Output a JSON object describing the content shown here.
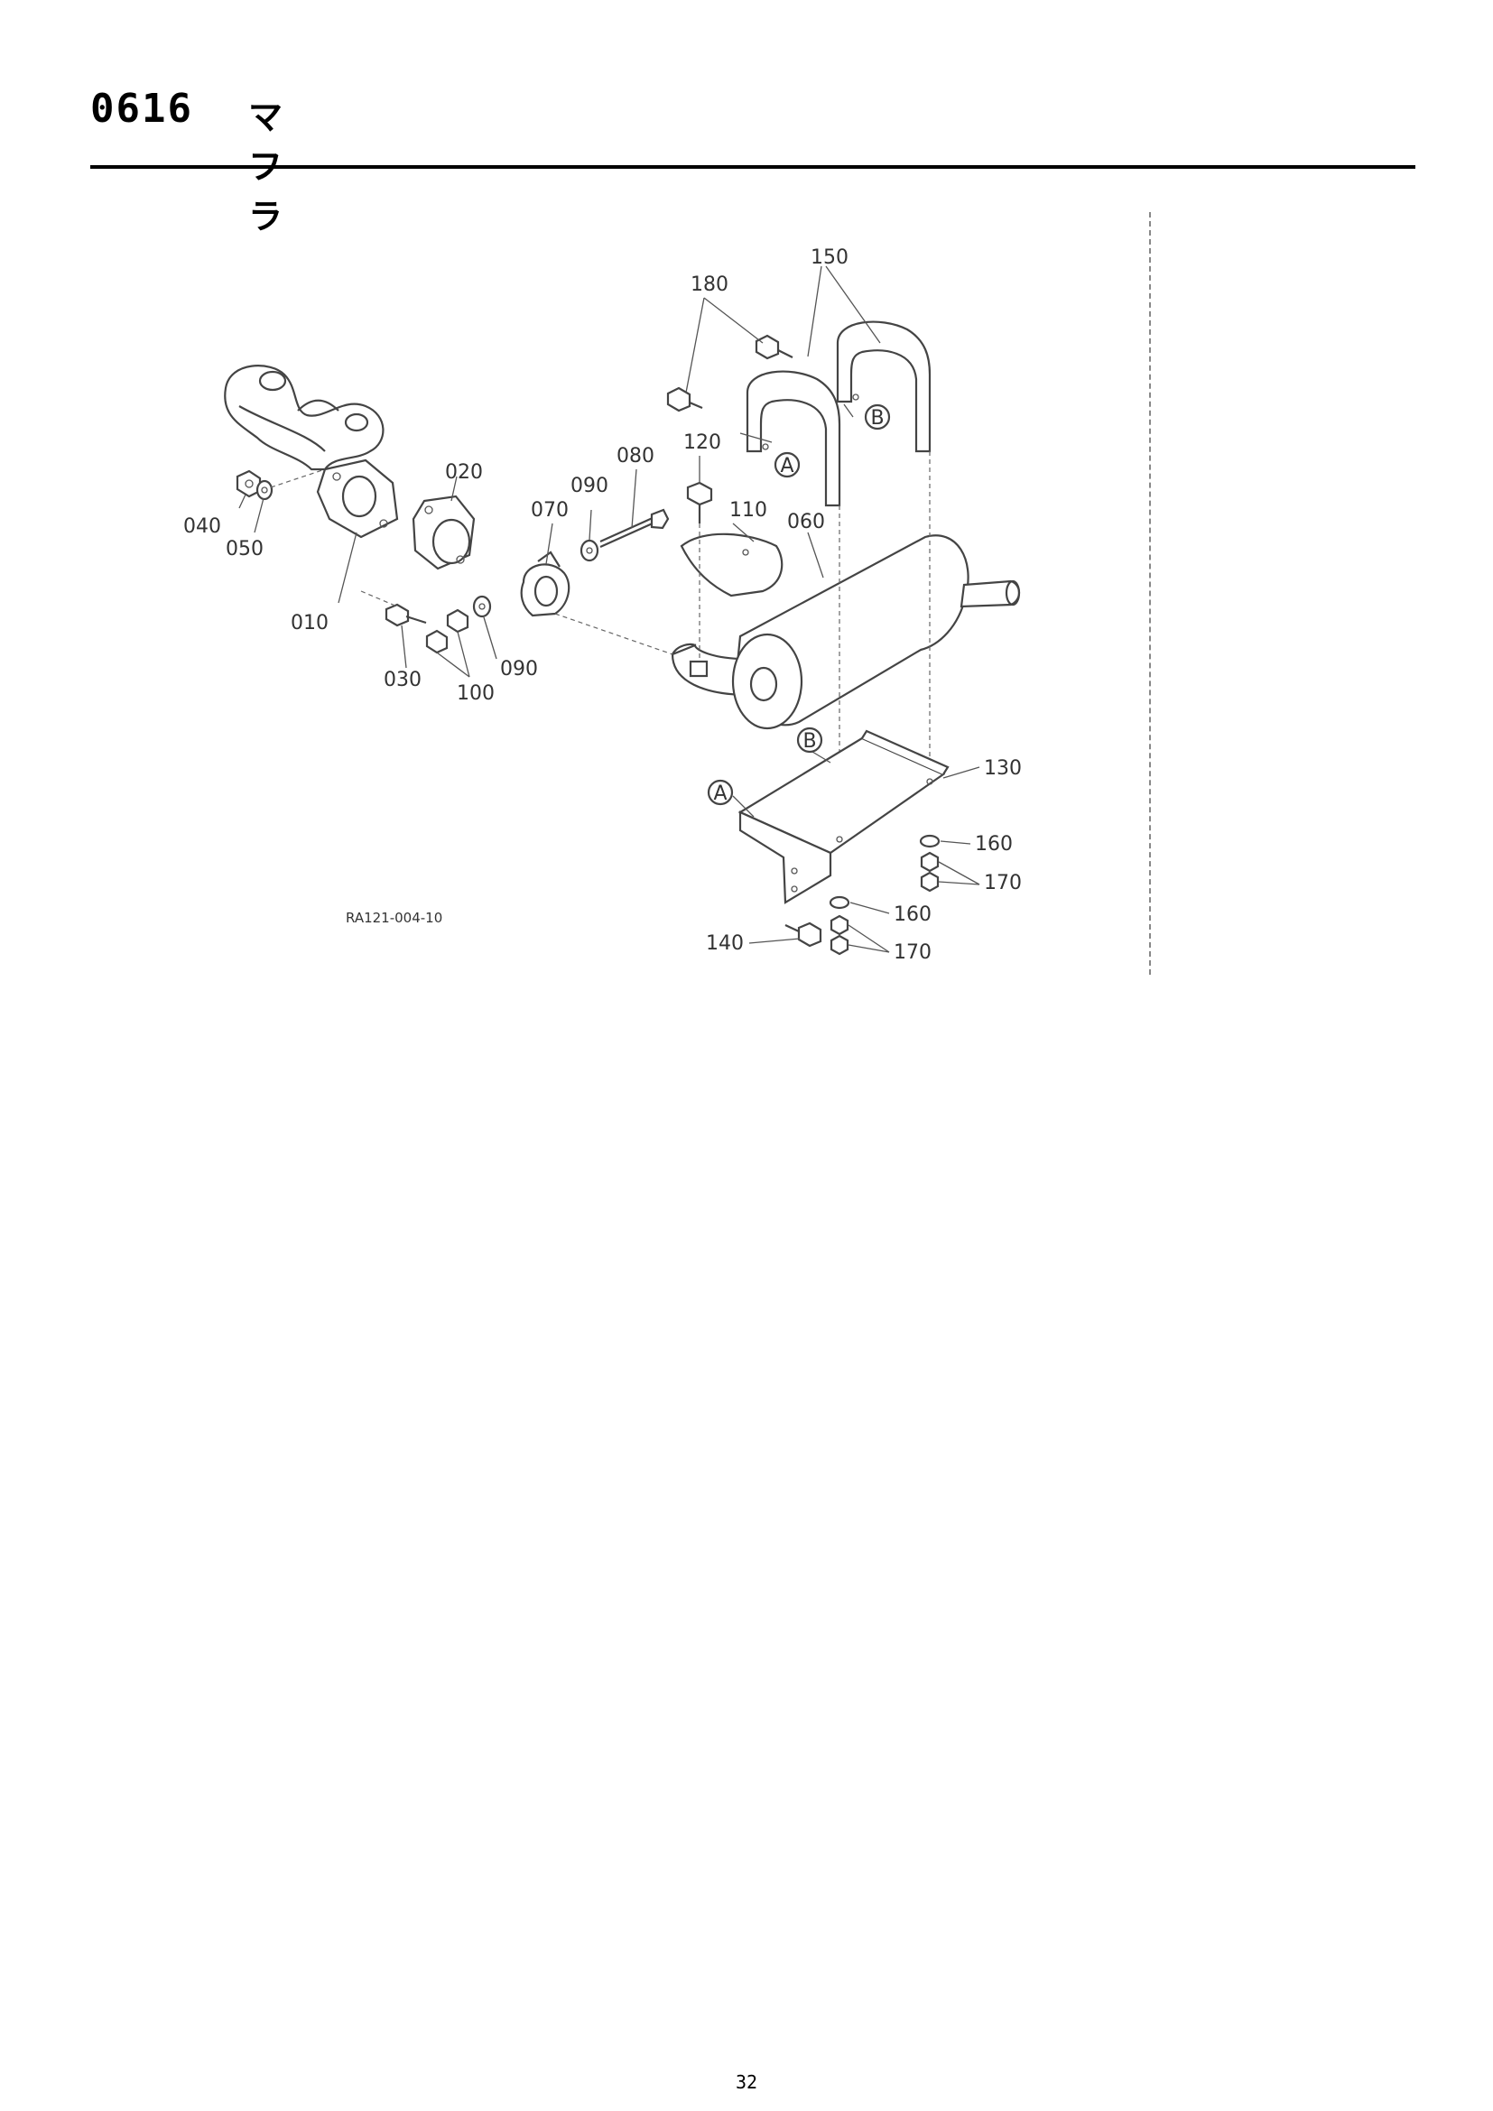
{
  "header": {
    "section_code": "0616",
    "section_title": "マフラ"
  },
  "diagram": {
    "reference_code": "RA121-004-10",
    "callouts": {
      "c010": "010",
      "c020": "020",
      "c030": "030",
      "c040": "040",
      "c050": "050",
      "c060": "060",
      "c070": "070",
      "c080": "080",
      "c090a": "090",
      "c090b": "090",
      "c100": "100",
      "c110": "110",
      "c120": "120",
      "c130": "130",
      "c140": "140",
      "c150": "150",
      "c160a": "160",
      "c160b": "160",
      "c170a": "170",
      "c170b": "170",
      "c180": "180"
    },
    "markers": {
      "a1": "A",
      "a2": "A",
      "b1": "B",
      "b2": "B"
    }
  },
  "footer": {
    "page_number": "32"
  }
}
